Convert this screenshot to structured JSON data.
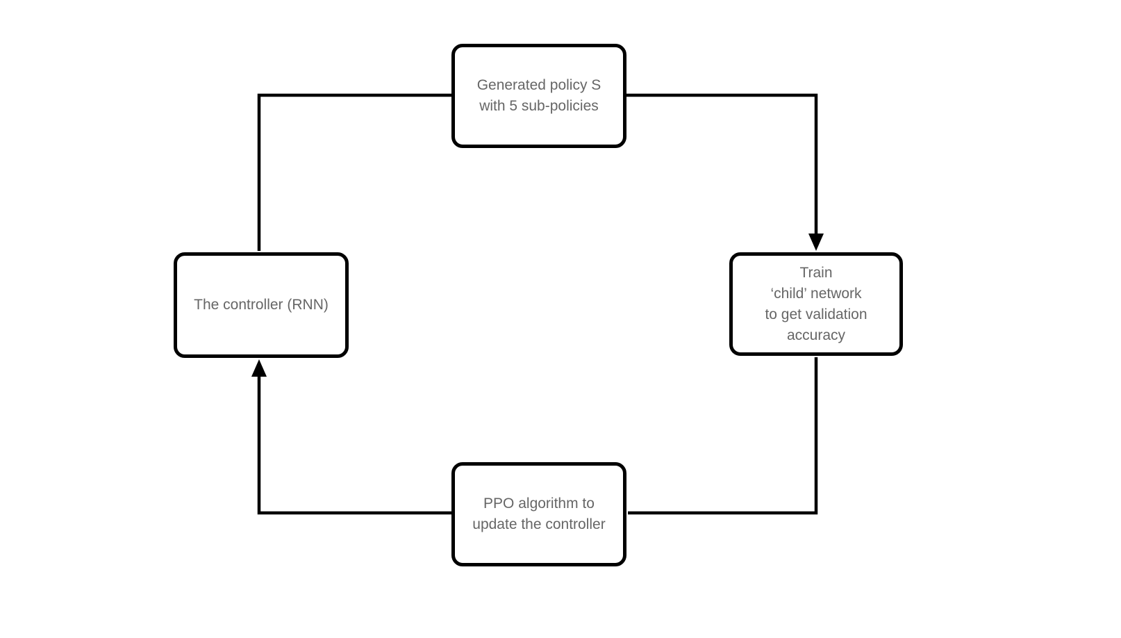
{
  "canvas": {
    "background": "#ffffff"
  },
  "colors": {
    "connector_line": "#000000",
    "node_border": "#000000",
    "node_text": "#666666"
  },
  "nodes": {
    "generated_policy": {
      "label": "Generated policy S\nwith 5 sub-policies"
    },
    "child_network": {
      "label": "Train\n‘child’ network\nto get validation\naccuracy"
    },
    "ppo": {
      "label": "PPO algorithm to\nupdate the controller"
    },
    "controller": {
      "label": "The controller (RNN)"
    }
  },
  "edges": [
    {
      "from": "controller",
      "to": "generated_policy",
      "arrowhead": false
    },
    {
      "from": "generated_policy",
      "to": "child_network",
      "arrowhead": true
    },
    {
      "from": "child_network",
      "to": "ppo",
      "arrowhead": false
    },
    {
      "from": "ppo",
      "to": "controller",
      "arrowhead": true
    }
  ]
}
